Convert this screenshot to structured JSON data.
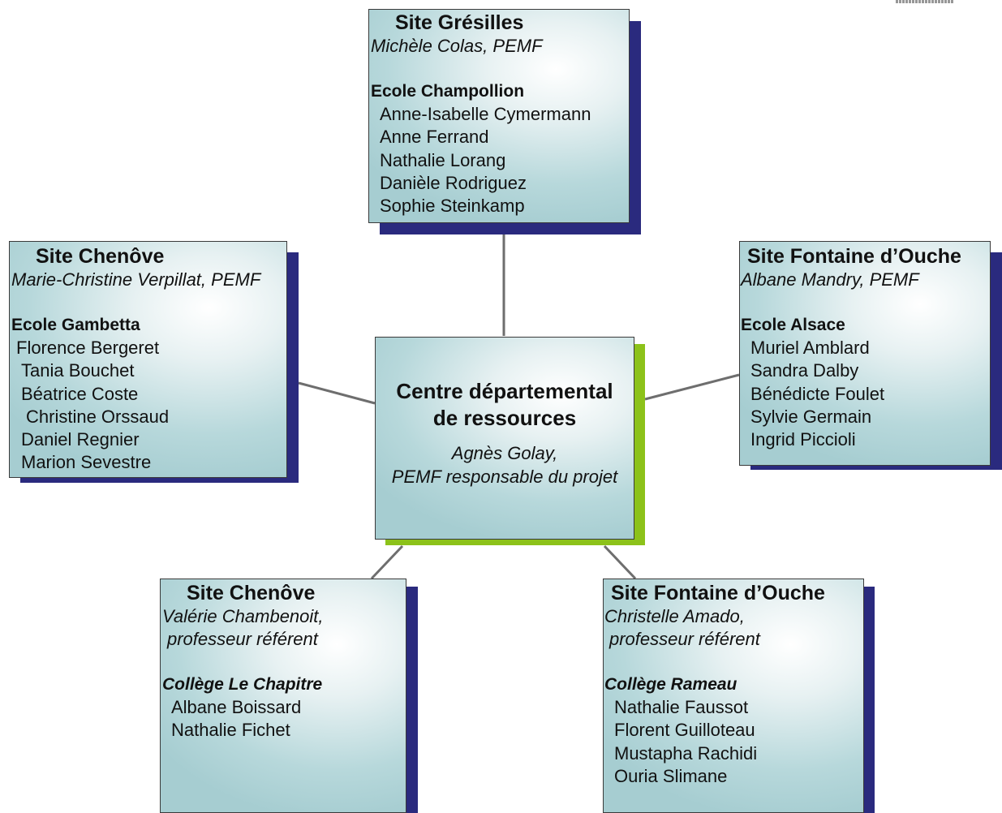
{
  "center": {
    "title_line1": "Centre départemental",
    "title_line2": "de ressources",
    "lead_line1": "Agnès Golay,",
    "lead_line2": "PEMF responsable du projet"
  },
  "gresilles": {
    "title": "Site Grésilles",
    "lead": "Michèle Colas, PEMF",
    "school": "Ecole Champollion",
    "members": [
      "Anne-Isabelle Cymermann",
      "Anne Ferrand",
      "Nathalie Lorang",
      "Danièle Rodriguez",
      "Sophie Steinkamp"
    ]
  },
  "chenove_ecole": {
    "title": "Site Chenôve",
    "lead": "Marie-Christine Verpillat, PEMF",
    "school": "Ecole Gambetta",
    "members": [
      "Florence Bergeret",
      "Tania Bouchet",
      "Béatrice Coste",
      "Christine Orssaud",
      "Daniel Regnier",
      "Marion Sevestre"
    ]
  },
  "fontaine_ecole": {
    "title": "Site Fontaine d’Ouche",
    "lead": "Albane Mandry, PEMF",
    "school": "Ecole Alsace",
    "members": [
      "Muriel Amblard",
      "Sandra Dalby",
      "Bénédicte Foulet",
      "Sylvie Germain",
      "Ingrid Piccioli"
    ]
  },
  "chenove_college": {
    "title": "Site Chenôve",
    "lead_line1": "Valérie Chambenoit,",
    "lead_line2": "professeur référent",
    "school": "Collège Le Chapitre",
    "members": [
      "Albane Boissard",
      "Nathalie Fichet"
    ]
  },
  "fontaine_college": {
    "title": "Site Fontaine d’Ouche",
    "lead_line1": "Christelle Amado,",
    "lead_line2": "professeur référent",
    "school": "Collège Rameau",
    "members": [
      "Nathalie Faussot",
      "Florent Guilloteau",
      "Mustapha Rachidi",
      "Ouria Slimane"
    ]
  },
  "colors": {
    "shadow": "#2a2a7e",
    "center_shadow": "#8cc21a",
    "connector": "#6e6e6e",
    "box_fill": "#b7d8db"
  }
}
